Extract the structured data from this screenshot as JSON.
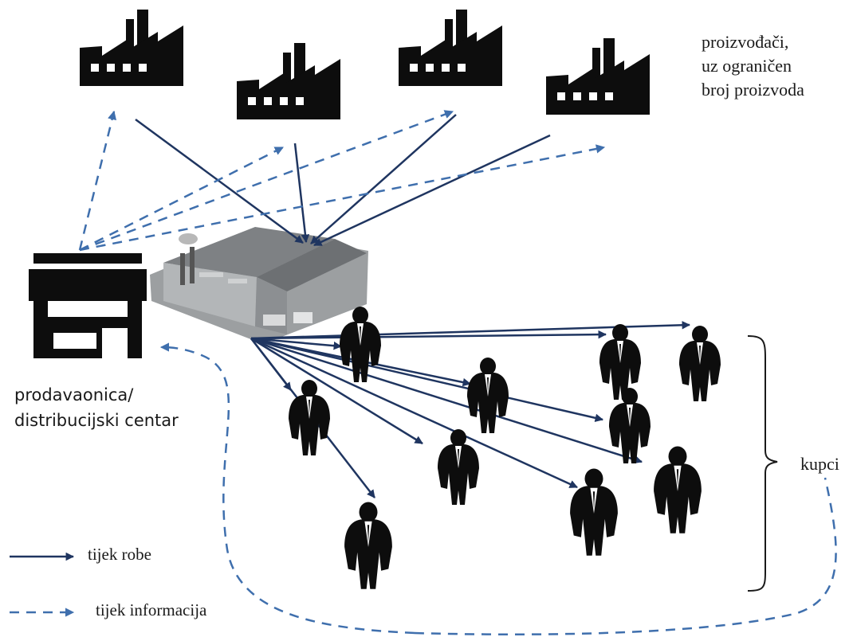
{
  "labels": {
    "producers_line1": "proizvođači,",
    "producers_line2": "uz ograničen",
    "producers_line3": "broj proizvoda",
    "store_line1": "prodavaonica/",
    "store_line2": "distribucijski centar",
    "customers": "kupci"
  },
  "legend": {
    "goods_flow": "tijek robe",
    "info_flow": "tijek informacija"
  },
  "colors": {
    "goods_arrow": "#1f3560",
    "info_arrow": "#3f6fad",
    "silhouette": "#0d0d0d",
    "warehouse_roof": "#8a8d90",
    "warehouse_wall": "#9fa2a4"
  },
  "icons": [
    "factory-icon",
    "store-icon",
    "warehouse-image",
    "person-icon",
    "bracket-icon"
  ]
}
